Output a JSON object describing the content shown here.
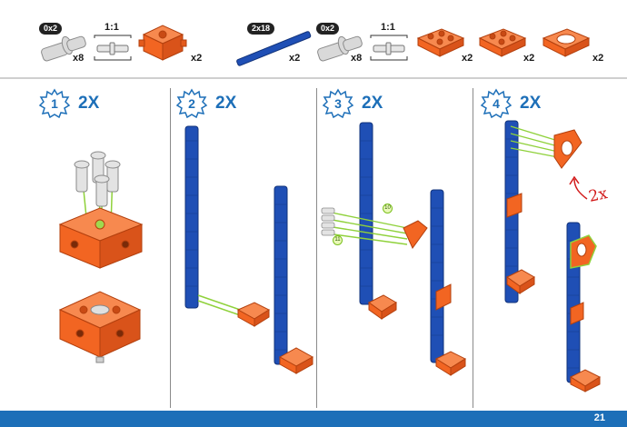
{
  "parts_bar": {
    "group_left": {
      "pin_size": "0x2",
      "pin_qty": "x8",
      "scale": "1:1",
      "block_qty": "x2"
    },
    "group_right": {
      "beam_size": "2x18",
      "beam_qty": "x2",
      "pin_size": "0x2",
      "pin_qty": "x8",
      "scale": "1:1",
      "piece_a_qty": "x2",
      "piece_b_qty": "x2",
      "piece_c_qty": "x2"
    }
  },
  "steps": [
    {
      "number": "1",
      "quantity": "2X"
    },
    {
      "number": "2",
      "quantity": "2X"
    },
    {
      "number": "3",
      "quantity": "2X"
    },
    {
      "number": "4",
      "quantity": "2X"
    }
  ],
  "step3_callouts": [
    "10",
    "11"
  ],
  "handwritten_note": "2x",
  "page_number": "21",
  "colors": {
    "brand_blue": "#1d6fb8",
    "part_orange": "#f26522",
    "beam_blue": "#1f4fb5",
    "guide_green": "#8fd13b",
    "note_red": "#d21a1a"
  }
}
